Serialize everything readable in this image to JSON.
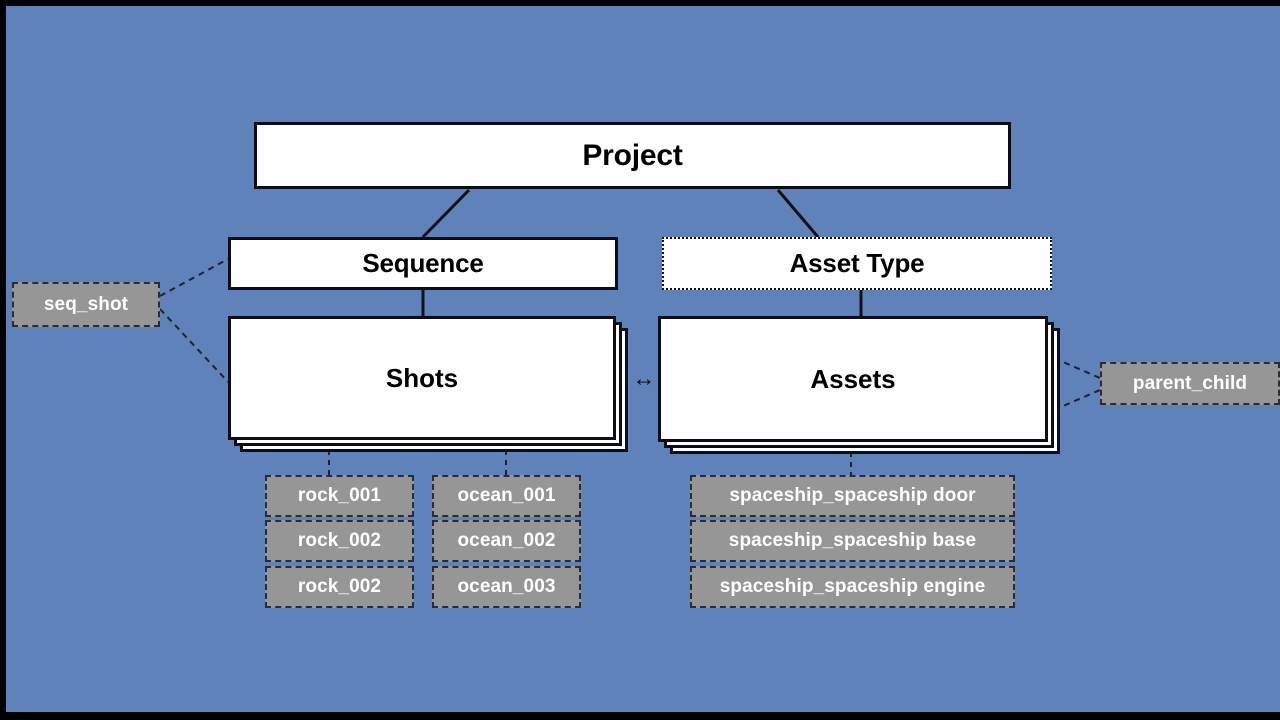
{
  "diagram": {
    "title": "Project pipeline entity relationship diagram",
    "background_color": "#5f82ba",
    "tag_fill_color": "#969696",
    "box_fill_color": "#ffffff",
    "box_border_color": "#0d0d1a"
  },
  "entities": {
    "project": {
      "label": "Project",
      "border_style": "solid"
    },
    "sequence": {
      "label": "Sequence",
      "border_style": "solid"
    },
    "asset_type": {
      "label": "Asset Type",
      "border_style": "dotted"
    },
    "shots": {
      "label": "Shots",
      "border_style": "solid",
      "stacked": "3"
    },
    "assets": {
      "label": "Assets",
      "border_style": "solid",
      "stacked": "3"
    }
  },
  "relations": {
    "seq_shot": {
      "label": "seq_shot"
    },
    "parent_child": {
      "label": "parent_child"
    },
    "shots_assets_link": {
      "glyph": "↔"
    }
  },
  "instances": {
    "rock": {
      "items": [
        {
          "label": "rock_001"
        },
        {
          "label": "rock_002"
        },
        {
          "label": "rock_002"
        }
      ]
    },
    "ocean": {
      "items": [
        {
          "label": "ocean_001"
        },
        {
          "label": "ocean_002"
        },
        {
          "label": "ocean_003"
        }
      ]
    },
    "spaceship": {
      "items": [
        {
          "label": "spaceship_spaceship door"
        },
        {
          "label": "spaceship_spaceship base"
        },
        {
          "label": "spaceship_spaceship engine"
        }
      ]
    }
  }
}
